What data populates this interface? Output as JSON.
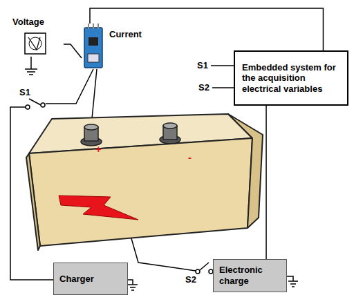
{
  "diagram": {
    "nodes": [
      {
        "text": [
          "Voltage"
        ]
      },
      {
        "text": [
          "Current"
        ]
      },
      {
        "text": [
          "Embedded system for the acquisition electrical variables"
        ]
      },
      {
        "text": [
          "Charger"
        ]
      },
      {
        "text": [
          "Electronic charge"
        ]
      }
    ],
    "edges": [
      {
        "from": 1,
        "to": 2,
        "arrow": "none"
      },
      {
        "from": 0,
        "to": 1,
        "arrow": "none"
      },
      {
        "from": 2,
        "to": 4,
        "arrow": "none"
      }
    ],
    "labels": [
      "S1",
      "S2",
      "S1",
      "S2",
      "+",
      "-"
    ]
  }
}
